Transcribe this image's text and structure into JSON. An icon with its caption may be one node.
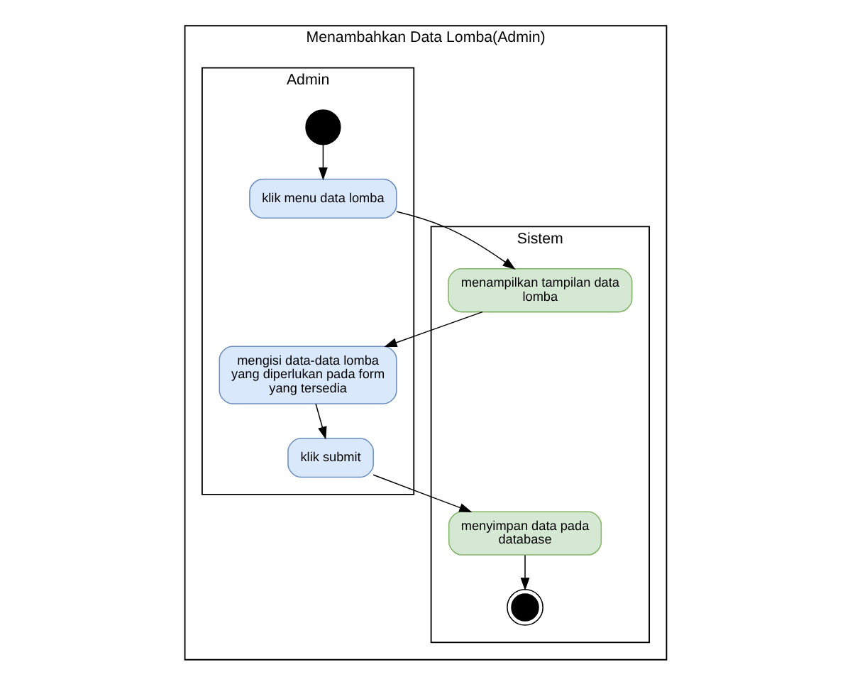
{
  "diagram": {
    "nodes": [
      {
        "text": [
          "Menambahkan Data Lomba(Admin)"
        ]
      },
      {
        "text": [
          "Admin"
        ],
        "in": 0
      },
      {
        "text": [
          "Sistem"
        ],
        "in": 0
      },
      {
        "text": [],
        "shape": "circle",
        "in": 1
      },
      {
        "text": [
          "klik menu data lomba"
        ],
        "in": 1
      },
      {
        "text": [
          "menampilkan tampilan data lomba"
        ],
        "in": 2
      },
      {
        "text": [
          "mengisi data-data lomba yang diperlukan pada form yang tersedia"
        ],
        "in": 1
      },
      {
        "text": [
          "klik submit"
        ],
        "in": 1
      },
      {
        "text": [
          "menyimpan data pada database"
        ],
        "in": 2
      },
      {
        "text": [],
        "shape": "circle",
        "in": 2
      }
    ],
    "edges": [
      {
        "from": 3,
        "to": 4,
        "arrow": "to"
      },
      {
        "from": 4,
        "to": 5,
        "arrow": "to"
      },
      {
        "from": 5,
        "to": 6,
        "arrow": "to"
      },
      {
        "from": 6,
        "to": 7,
        "arrow": "to"
      },
      {
        "from": 7,
        "to": 8,
        "arrow": "to"
      },
      {
        "from": 8,
        "to": 9,
        "arrow": "to"
      }
    ]
  }
}
